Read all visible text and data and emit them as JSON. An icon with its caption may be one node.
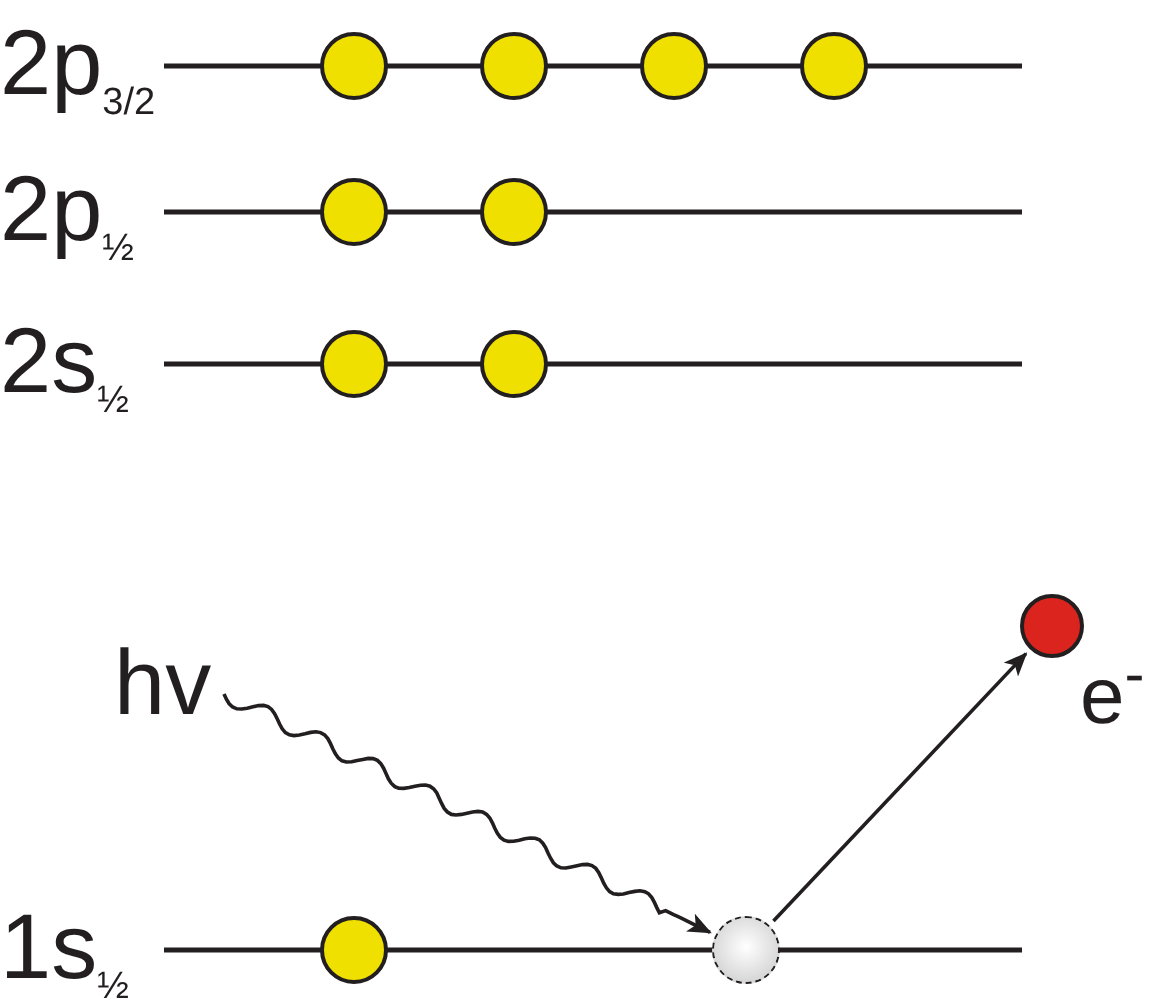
{
  "diagram": {
    "nodes": [
      {
        "text": [],
        "shape": "circle"
      },
      {
        "text": [],
        "shape": "circle"
      },
      {
        "text": [],
        "shape": "circle"
      },
      {
        "text": [],
        "shape": "circle"
      },
      {
        "text": [],
        "shape": "circle"
      },
      {
        "text": [],
        "shape": "circle"
      },
      {
        "text": [],
        "shape": "circle"
      },
      {
        "text": [],
        "shape": "circle"
      },
      {
        "text": [],
        "shape": "circle",
        "beside": [
          "e$^{-}$"
        ]
      },
      {
        "text": [
          "hv"
        ]
      },
      {
        "text": [],
        "shape": "circle"
      },
      {
        "text": [],
        "shape": "circle"
      }
    ],
    "edges": [
      {
        "from": 9,
        "to": 11,
        "arrow": "to"
      },
      {
        "from": 11,
        "to": 8,
        "arrow": "to"
      }
    ],
    "labels": [
      "2p$_{3/2}$",
      "2p$_{½}$",
      "2s$_{½}$",
      "1s$_{½}$"
    ]
  }
}
